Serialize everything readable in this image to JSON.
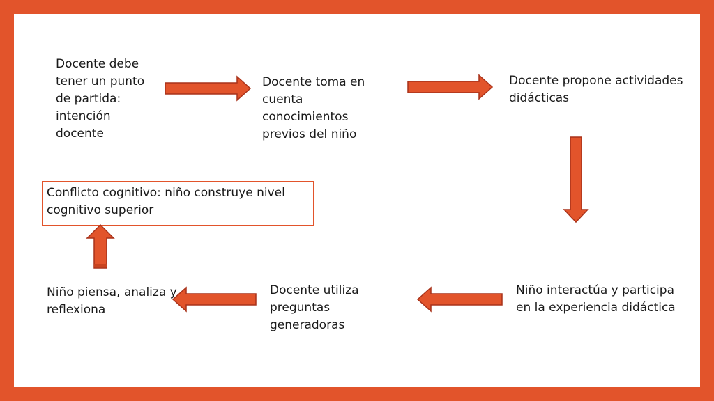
{
  "diagram": {
    "nodes": [
      {
        "id": "n1",
        "text": "Docente debe tener un punto de partida: intención docente"
      },
      {
        "id": "n2",
        "text": "Docente toma en cuenta conocimientos previos del niño"
      },
      {
        "id": "n3",
        "text": "Docente propone actividades didácticas"
      },
      {
        "id": "n4",
        "text": "Niño interactúa y participa en la experiencia didáctica"
      },
      {
        "id": "n5",
        "text": "Docente utiliza preguntas generadoras"
      },
      {
        "id": "n6",
        "text": "Niño piensa, analiza y reflexiona"
      },
      {
        "id": "n7",
        "text": "Conflicto cognitivo: niño construye nivel cognitivo superior"
      }
    ],
    "edges": [
      {
        "from": "n1",
        "to": "n2",
        "direction": "right"
      },
      {
        "from": "n2",
        "to": "n3",
        "direction": "right"
      },
      {
        "from": "n3",
        "to": "n4",
        "direction": "down"
      },
      {
        "from": "n4",
        "to": "n5",
        "direction": "left"
      },
      {
        "from": "n5",
        "to": "n6",
        "direction": "left"
      },
      {
        "from": "n6",
        "to": "n7",
        "direction": "up"
      }
    ],
    "colors": {
      "frame": "#e2542b",
      "arrow_fill": "#e2542b",
      "arrow_stroke": "#a8321a",
      "box_border": "#e2542b"
    }
  }
}
